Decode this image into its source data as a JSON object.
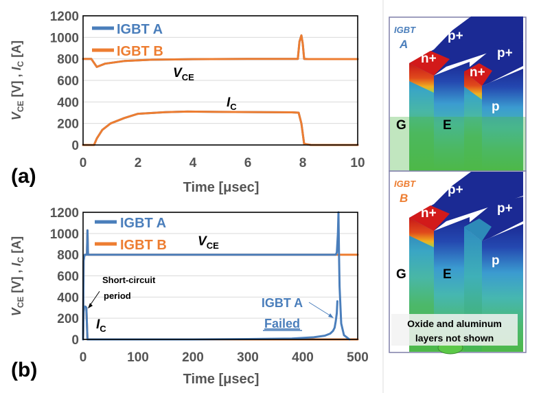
{
  "panel_a": {
    "label": "(a)",
    "chart_data": {
      "type": "line",
      "xlabel": "Time [μsec]",
      "ylabel": "VCE [V] , IC [A]",
      "xlim": [
        0,
        10
      ],
      "ylim": [
        0,
        1200
      ],
      "xticks": [
        "0",
        "2",
        "4",
        "6",
        "8",
        "10"
      ],
      "yticks": [
        "0",
        "200",
        "400",
        "600",
        "800",
        "1000",
        "1200"
      ],
      "grid": "horizontal",
      "legend": "top-left",
      "annotations": {
        "vce": "V",
        "vce_sub": "CE",
        "ic": "I",
        "ic_sub": "C"
      },
      "series": [
        {
          "name": "IGBT A",
          "color": "#4a7ebb",
          "segments": [
            {
              "x": [
                0,
                0.3,
                0.5,
                0.8,
                1.5,
                2.5,
                4,
                6,
                7.6,
                7.82,
                7.88,
                7.95,
                8.0,
                8.05,
                8.2,
                10
              ],
              "y": [
                800,
                800,
                725,
                755,
                780,
                792,
                797,
                800,
                800,
                800,
                960,
                1018,
                940,
                800,
                798,
                798
              ]
            },
            {
              "x": [
                0,
                0.4,
                0.5,
                0.7,
                1.0,
                1.5,
                2.0,
                3.0,
                3.8,
                5.0,
                7.6,
                7.85,
                7.95,
                8.05,
                8.3,
                10
              ],
              "y": [
                0,
                0,
                60,
                140,
                200,
                250,
                290,
                305,
                310,
                307,
                303,
                300,
                200,
                10,
                0,
                0
              ]
            }
          ]
        },
        {
          "name": "IGBT B",
          "color": "#ed7d31",
          "segments": [
            {
              "x": [
                0,
                0.3,
                0.5,
                0.8,
                1.5,
                2.5,
                4,
                6,
                7.6,
                7.82,
                7.88,
                7.95,
                8.0,
                8.05,
                8.2,
                10
              ],
              "y": [
                800,
                800,
                725,
                755,
                780,
                792,
                797,
                800,
                800,
                800,
                960,
                1018,
                940,
                800,
                798,
                798
              ]
            },
            {
              "x": [
                0,
                0.4,
                0.5,
                0.7,
                1.0,
                1.5,
                2.0,
                3.0,
                3.8,
                5.0,
                7.6,
                7.85,
                7.95,
                8.05,
                8.3,
                10
              ],
              "y": [
                0,
                0,
                60,
                140,
                200,
                250,
                290,
                305,
                310,
                307,
                303,
                300,
                200,
                10,
                0,
                0
              ]
            }
          ]
        }
      ]
    }
  },
  "panel_b": {
    "label": "(b)",
    "chart_data": {
      "type": "line",
      "xlabel": "Time [μsec]",
      "ylabel": "VCE [V] , IC [A]",
      "xlim": [
        0,
        500
      ],
      "ylim": [
        0,
        1200
      ],
      "xticks": [
        "0",
        "100",
        "200",
        "300",
        "400",
        "500"
      ],
      "yticks": [
        "0",
        "200",
        "400",
        "600",
        "800",
        "1000",
        "1200"
      ],
      "grid": "horizontal",
      "legend": "top-center",
      "annotations": {
        "vce": "V",
        "vce_sub": "CE",
        "ic": "I",
        "ic_sub": "C",
        "short_circuit_line1": "Short-circuit",
        "short_circuit_line2": "period",
        "failed_line1": "IGBT A",
        "failed_line2": "Failed"
      },
      "series": [
        {
          "name": "IGBT B",
          "color": "#ed7d31",
          "segments": [
            {
              "x": [
                0,
                1,
                2,
                3,
                4,
                5,
                6,
                7,
                8,
                9,
                10,
                500
              ],
              "y": [
                0,
                740,
                780,
                800,
                800,
                800,
                800,
                800,
                1030,
                800,
                800,
                800
              ]
            },
            {
              "x": [
                0,
                1,
                2,
                3,
                4,
                5,
                6,
                7,
                8,
                9,
                10,
                500
              ],
              "y": [
                0,
                250,
                305,
                310,
                310,
                305,
                300,
                150,
                0,
                0,
                0,
                0
              ]
            }
          ]
        },
        {
          "name": "IGBT A",
          "color": "#4a7ebb",
          "segments": [
            {
              "x": [
                0,
                1,
                2,
                3,
                4,
                5,
                6,
                7,
                8,
                9,
                10,
                200,
                300,
                400,
                440,
                455,
                460,
                462,
                464,
                465,
                466,
                467,
                470,
                475,
                485
              ],
              "y": [
                0,
                740,
                780,
                800,
                800,
                800,
                800,
                800,
                1030,
                800,
                800,
                800,
                800,
                800,
                800,
                800,
                800,
                820,
                1000,
                1200,
                800,
                500,
                150,
                40,
                0
              ]
            },
            {
              "x": [
                0,
                1,
                2,
                3,
                4,
                5,
                6,
                7,
                8,
                9,
                10,
                200,
                300,
                380,
                420,
                440,
                450,
                455,
                458,
                460,
                462,
                463
              ],
              "y": [
                0,
                250,
                305,
                310,
                310,
                305,
                300,
                150,
                0,
                0,
                0,
                0,
                3,
                8,
                20,
                35,
                55,
                80,
                110,
                170,
                250,
                360
              ]
            }
          ]
        }
      ]
    }
  },
  "device_a": {
    "title": "IGBT",
    "letter": "A",
    "n_plus": "n+",
    "p_plus": "p+",
    "p": "p",
    "gate": "G",
    "emitter": "E"
  },
  "device_b": {
    "title": "IGBT",
    "letter": "B",
    "n_plus": "n+",
    "p_plus": "p+",
    "p": "p",
    "gate": "G",
    "emitter": "E",
    "note_line1": "Oxide and aluminum",
    "note_line2": "layers not shown"
  },
  "colors": {
    "igbt_a": "#4a7ebb",
    "igbt_b": "#ed7d31",
    "substrate_green": "#4db848",
    "device_blue": "#1b2a94",
    "n_plus_red": "#d32020"
  }
}
